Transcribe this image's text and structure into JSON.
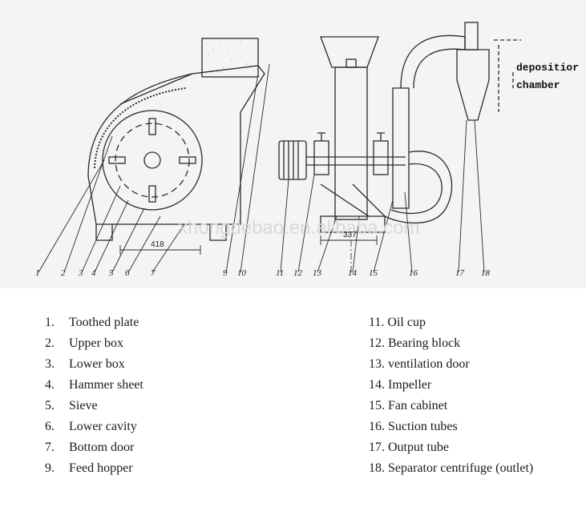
{
  "diagram": {
    "labels": [
      "1",
      "2",
      "3",
      "4",
      "5",
      "6",
      "7",
      "9",
      "10",
      "11",
      "12",
      "13",
      "14",
      "15",
      "16",
      "17",
      "18"
    ],
    "dimensions": [
      "418",
      "337"
    ],
    "annotation": [
      "depositior",
      "chamber"
    ],
    "watermark": "xhongdebao.en.alibaba.com"
  },
  "legend": {
    "left": [
      {
        "num": "1.",
        "text": "Toothed plate"
      },
      {
        "num": "2.",
        "text": "Upper box"
      },
      {
        "num": "3.",
        "text": "Lower box"
      },
      {
        "num": "4.",
        "text": "Hammer sheet"
      },
      {
        "num": "5.",
        "text": "Sieve"
      },
      {
        "num": "6.",
        "text": "Lower cavity"
      },
      {
        "num": "7.",
        "text": "Bottom door"
      },
      {
        "num": "9.",
        "text": "Feed hopper"
      }
    ],
    "right": [
      {
        "num": "11.",
        "text": "Oil cup"
      },
      {
        "num": "12.",
        "text": "Bearing block"
      },
      {
        "num": "13.",
        "text": "ventilation door"
      },
      {
        "num": "14.",
        "text": "Impeller"
      },
      {
        "num": "15.",
        "text": "Fan cabinet"
      },
      {
        "num": "16.",
        "text": "Suction tubes"
      },
      {
        "num": "17.",
        "text": "Output tube"
      },
      {
        "num": "18.",
        "text": "Separator centrifuge (outlet)"
      }
    ]
  }
}
